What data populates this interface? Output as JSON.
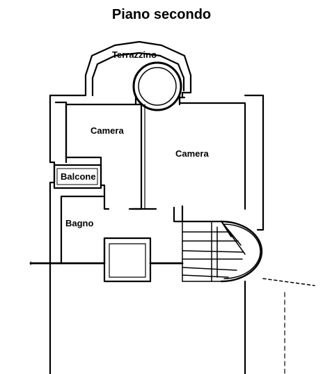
{
  "title": "Piano secondo",
  "rooms": {
    "terrazzino": "Terrazzino",
    "camera_1": "Camera",
    "camera_2": "Camera",
    "balcone": "Balcone",
    "bagno": "Bagno"
  },
  "colors": {
    "ink": "#000000",
    "paper": "#ffffff"
  }
}
